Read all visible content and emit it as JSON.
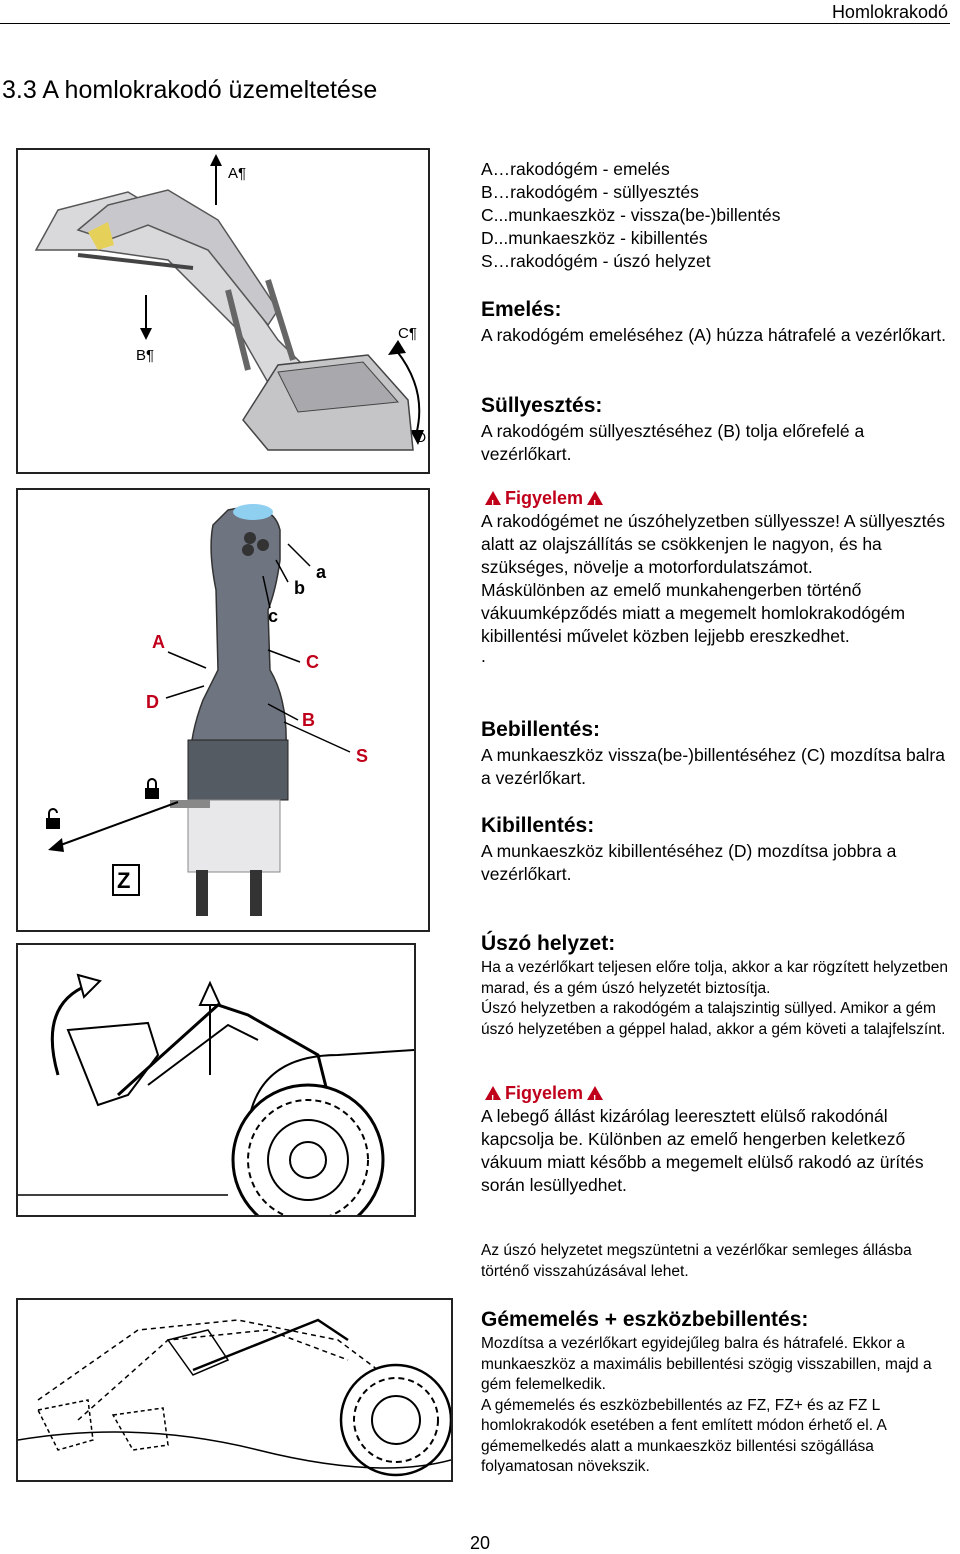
{
  "header": {
    "title": "Homlokrakodó"
  },
  "section": {
    "title": "3.3  A homlokrakodó üzemeltetése"
  },
  "legend": [
    "A…rakodógém - emelés",
    "B…rakodógém - süllyesztés",
    "C...munkaeszköz - vissza(be-)billentés",
    "D...munkaeszköz - kibillentés",
    "S…rakodógém - úszó helyzet"
  ],
  "emeles": {
    "heading": "Emelés:",
    "text": "A rakodógém emeléséhez (A) húzza hátrafelé a vezérlőkart."
  },
  "sullyesztes": {
    "heading": "Süllyesztés:",
    "text": "A rakodógém süllyesztéséhez (B) tolja előrefelé a vezérlőkart."
  },
  "warning1": {
    "label": "Figyelem",
    "text1": "A rakodógémet ne úszóhelyzetben süllyessze! A süllyesztés alatt az olajszállítás se csökkenjen le nagyon, és ha szükséges, növelje a motorfordulatszámot.",
    "text2": "Máskülönben az emelő munkahengerben történő vákuumképződés miatt a megemelt homlokrakodógém kibillentési művelet közben lejjebb ereszkedhet.",
    "dot": "."
  },
  "bebillentes": {
    "heading": "Bebillentés:",
    "text": "A munkaeszköz vissza(be-)billentéséhez (C) mozdítsa balra a vezérlőkart."
  },
  "kibillentes": {
    "heading": "Kibillentés:",
    "text": "A munkaeszköz kibillentéséhez (D) mozdítsa jobbra a vezérlőkart."
  },
  "uszo": {
    "heading": "Úszó helyzet:",
    "text1": "Ha a vezérlőkart teljesen előre tolja, akkor a kar rögzített helyzetben marad, és a gém úszó helyzetét biztosítja.",
    "text2": "Úszó helyzetben a rakodógém a talajszintig süllyed. Amikor a gém úszó helyzetében a géppel halad, akkor a gém követi a talajfelszínt."
  },
  "warning2": {
    "label": "Figyelem",
    "text": "A lebegő állást kizárólag leeresztett elülső rakodónál kapcsolja be. Különben az emelő hengerben keletkező vákuum miatt később a megemelt elülső rakodó az ürítés során lesüllyedhet."
  },
  "uszo_stop": {
    "text": "Az úszó helyzetet megszüntetni a vezérlőkar semleges állásba történő visszahúzásával lehet."
  },
  "gememeles": {
    "heading": "Gémemelés + eszközbebillentés:",
    "text1": "Mozdítsa a vezérlőkart egyidejűleg balra és hátrafelé. Ekkor a munkaeszköz a maximális bebillentési szögig visszabillen, majd a gém felemelkedik.",
    "text2": "A gémemelés és eszközbebillentés az FZ, FZ+ és az FZ L homlokrakodók esetében a fent említett módon érhető el. A gémemelkedés alatt a munkaeszköz billentési szögállása folyamatosan növekszik."
  },
  "figure1": {
    "labels": {
      "a": "A¶",
      "b": "B¶",
      "c": "C¶",
      "d": "D"
    }
  },
  "figure2": {
    "labels": {
      "a_lo": "a",
      "b_lo": "b",
      "c_lo": "c",
      "A": "A",
      "C": "C",
      "D": "D",
      "B": "B",
      "S": "S",
      "Z": "Z"
    }
  },
  "page": {
    "number": "20"
  }
}
